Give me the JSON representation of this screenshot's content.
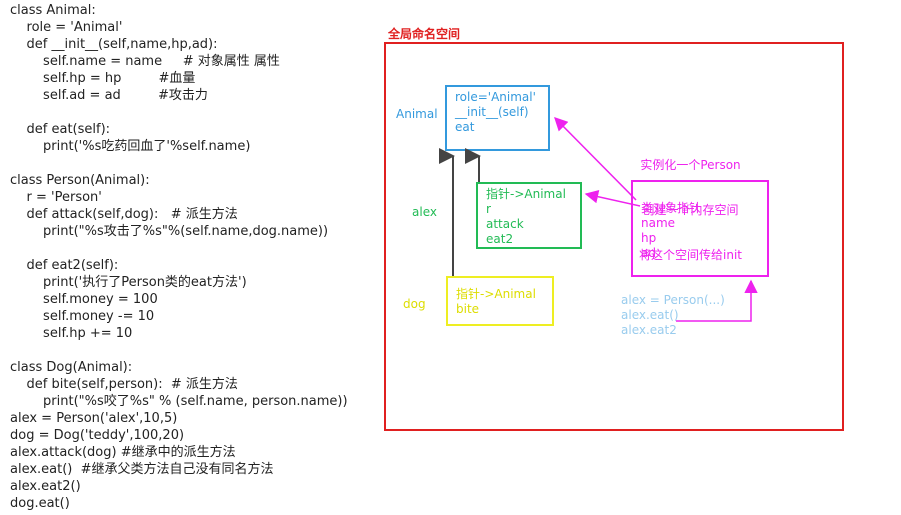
{
  "code_lines": [
    "class Animal:",
    "    role = 'Animal'",
    "    def __init__(self,name,hp,ad):",
    "        self.name = name     # 对象属性 属性",
    "        self.hp = hp         #血量",
    "        self.ad = ad         #攻击力",
    "",
    "    def eat(self):",
    "        print('%s吃药回血了'%self.name)",
    "",
    "class Person(Animal):",
    "    r = 'Person'",
    "    def attack(self,dog):   # 派生方法",
    "        print(\"%s攻击了%s\"%(self.name,dog.name))",
    "",
    "    def eat2(self):",
    "        print('执行了Person类的eat方法')",
    "        self.money = 100",
    "        self.money -= 10",
    "        self.hp += 10",
    "",
    "class Dog(Animal):",
    "    def bite(self,person):  # 派生方法",
    "        print(\"%s咬了%s\" % (self.name, person.name))",
    "alex = Person('alex',10,5)",
    "dog = Dog('teddy',100,20)",
    "alex.attack(dog) #继承中的派生方法",
    "alex.eat()  #继承父类方法自己没有同名方法",
    "alex.eat2()",
    "dog.eat()"
  ],
  "diagram": {
    "title": "全局命名空间",
    "animal": {
      "label": "Animal",
      "lines": [
        "role='Animal'",
        "__init__(self)",
        "eat"
      ]
    },
    "person": {
      "label": "alex",
      "lines": [
        "指针->Animal",
        "r",
        "attack",
        "eat2"
      ]
    },
    "dog": {
      "label": "dog",
      "lines": [
        "指针->Animal",
        "bite"
      ]
    },
    "instance": {
      "lines": [
        "类对象指针",
        "name",
        "hp",
        "ad"
      ]
    },
    "note": [
      "实例化一个Person",
      "创建一个内存空间",
      "将这个空间传给init"
    ],
    "calls": [
      "alex = Person(...)",
      "alex.eat()",
      "alex.eat2"
    ]
  },
  "colors": {
    "frame": "#e02020",
    "animal": "#3399dd",
    "person": "#22bb55",
    "dog": "#eeee22",
    "dog_text": "#dddd00",
    "instance": "#ee22ee",
    "calls": "#99ccee",
    "arrow": "#444444"
  }
}
